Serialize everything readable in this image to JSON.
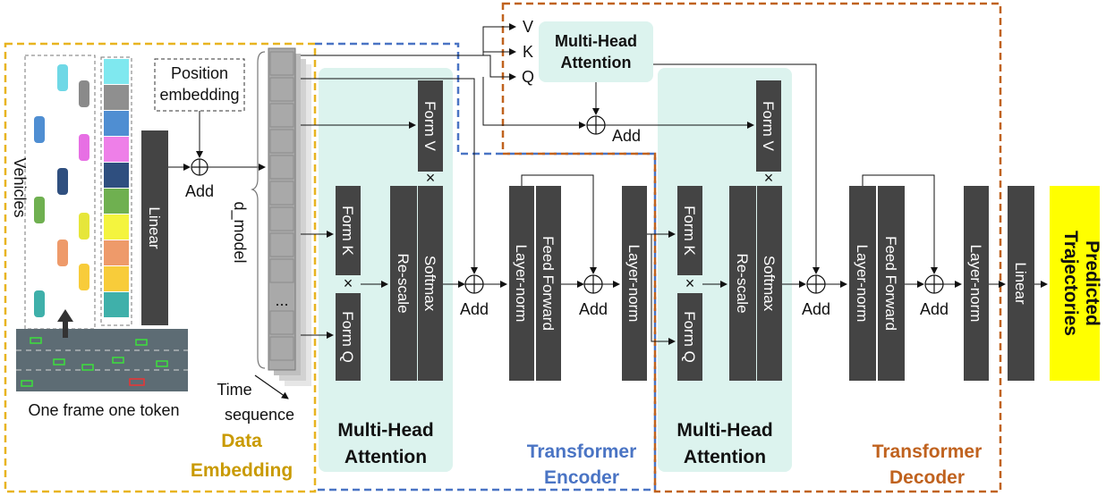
{
  "labels": {
    "vehicles": "Vehicles",
    "one_frame": "One frame one token",
    "position_embedding_1": "Position",
    "position_embedding_2": "embedding",
    "add": "Add",
    "d_model": "d_model",
    "time_1": "Time",
    "time_2": "sequence",
    "ellipsis": "...",
    "linear": "Linear",
    "form_k": "Form K",
    "form_q": "Form Q",
    "form_v": "Form V",
    "rescale": "Re-scale",
    "softmax": "Softmax",
    "layer_norm": "Layer-norm",
    "feed_forward": "Feed Forward",
    "mha_1": "Multi-Head",
    "mha_2": "Attention",
    "v": "V",
    "k": "K",
    "q": "Q",
    "times": "×",
    "predicted_1": "Predicted",
    "predicted_2": "Trajectories",
    "data_embedding_1": "Data",
    "data_embedding_2": "Embedding",
    "encoder_1": "Transformer",
    "encoder_2": "Encoder",
    "decoder_1": "Transformer",
    "decoder_2": "Decoder"
  },
  "colors": {
    "dark_block": "#444444",
    "attention_bg": "#dcf3ee",
    "embedding_border": "#e8b420",
    "encoder_border": "#4a74c4",
    "decoder_border": "#c0621e",
    "embedding_text": "#c99a00",
    "encoder_text": "#4a74c4",
    "decoder_text": "#c0621e",
    "output_fill": "#ffff00"
  },
  "token_colors": [
    "#7fe8ef",
    "#8f8f8f",
    "#4f8ed2",
    "#ee7fe8",
    "#2f4f7f",
    "#6fb050",
    "#f4f43e",
    "#ee9a6a",
    "#f8cc3a",
    "#3fb0aa"
  ]
}
